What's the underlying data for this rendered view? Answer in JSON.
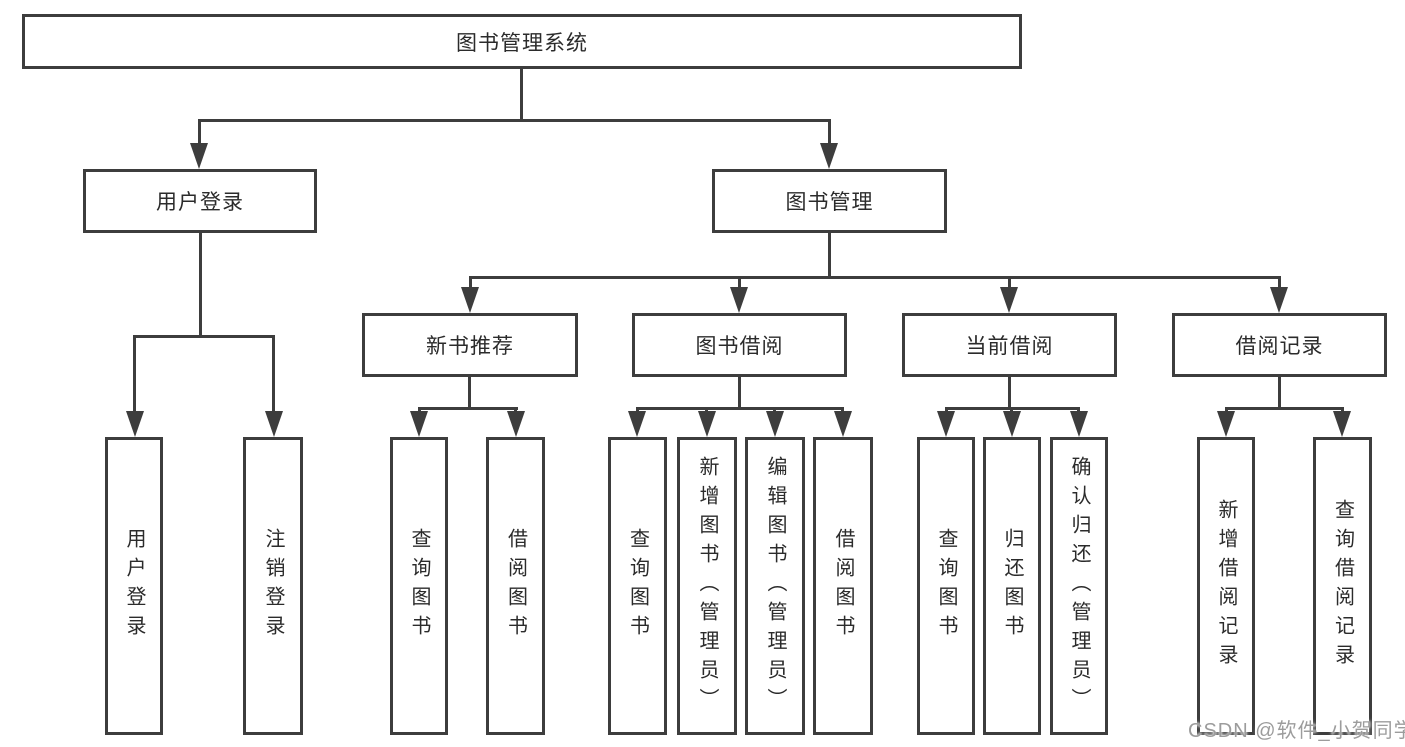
{
  "tree": {
    "root": "图书管理系统",
    "branches": [
      {
        "label": "用户登录",
        "children": [
          "用户登录",
          "注销登录"
        ]
      },
      {
        "label": "图书管理",
        "children": [
          {
            "label": "新书推荐",
            "children": [
              "查询图书",
              "借阅图书"
            ]
          },
          {
            "label": "图书借阅",
            "children": [
              "查询图书",
              "新增图书（管理员）",
              "编辑图书（管理员）",
              "借阅图书"
            ]
          },
          {
            "label": "当前借阅",
            "children": [
              "查询图书",
              "归还图书",
              "确认归还（管理员）"
            ]
          },
          {
            "label": "借阅记录",
            "children": [
              "新增借阅记录",
              "查询借阅记录"
            ]
          }
        ]
      }
    ]
  },
  "watermark": "CSDN @软件_小贺同学",
  "colors": {
    "line": "#3d3d3d",
    "text": "#2b2b2b",
    "watermark_text": "#9c9c9c",
    "background": "#ffffff"
  }
}
